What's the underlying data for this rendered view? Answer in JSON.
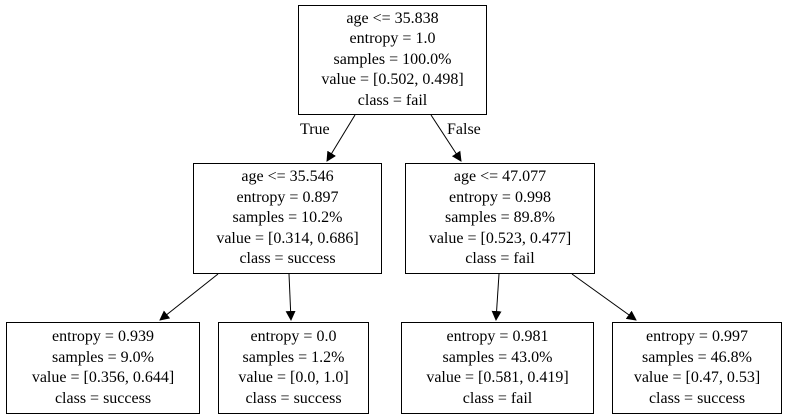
{
  "tree": {
    "nodes": [
      {
        "id": "n0",
        "lines": [
          "age <= 35.838",
          "entropy = 1.0",
          "samples = 100.0%",
          "value = [0.502, 0.498]",
          "class = fail"
        ]
      },
      {
        "id": "n1",
        "lines": [
          "age <= 35.546",
          "entropy = 0.897",
          "samples = 10.2%",
          "value = [0.314, 0.686]",
          "class = success"
        ]
      },
      {
        "id": "n2",
        "lines": [
          "age <= 47.077",
          "entropy = 0.998",
          "samples = 89.8%",
          "value = [0.523, 0.477]",
          "class = fail"
        ]
      },
      {
        "id": "n3",
        "lines": [
          "entropy = 0.939",
          "samples = 9.0%",
          "value = [0.356, 0.644]",
          "class = success"
        ]
      },
      {
        "id": "n4",
        "lines": [
          "entropy = 0.0",
          "samples = 1.2%",
          "value = [0.0, 1.0]",
          "class = success"
        ]
      },
      {
        "id": "n5",
        "lines": [
          "entropy = 0.981",
          "samples = 43.0%",
          "value = [0.581, 0.419]",
          "class = fail"
        ]
      },
      {
        "id": "n6",
        "lines": [
          "entropy = 0.997",
          "samples = 46.8%",
          "value = [0.47, 0.53]",
          "class = success"
        ]
      }
    ],
    "edges": [
      {
        "from": "n0",
        "to": "n1"
      },
      {
        "from": "n0",
        "to": "n2"
      },
      {
        "from": "n1",
        "to": "n3"
      },
      {
        "from": "n1",
        "to": "n4"
      },
      {
        "from": "n2",
        "to": "n5"
      },
      {
        "from": "n2",
        "to": "n6"
      }
    ],
    "edge_labels": {
      "true": "True",
      "false": "False"
    }
  }
}
